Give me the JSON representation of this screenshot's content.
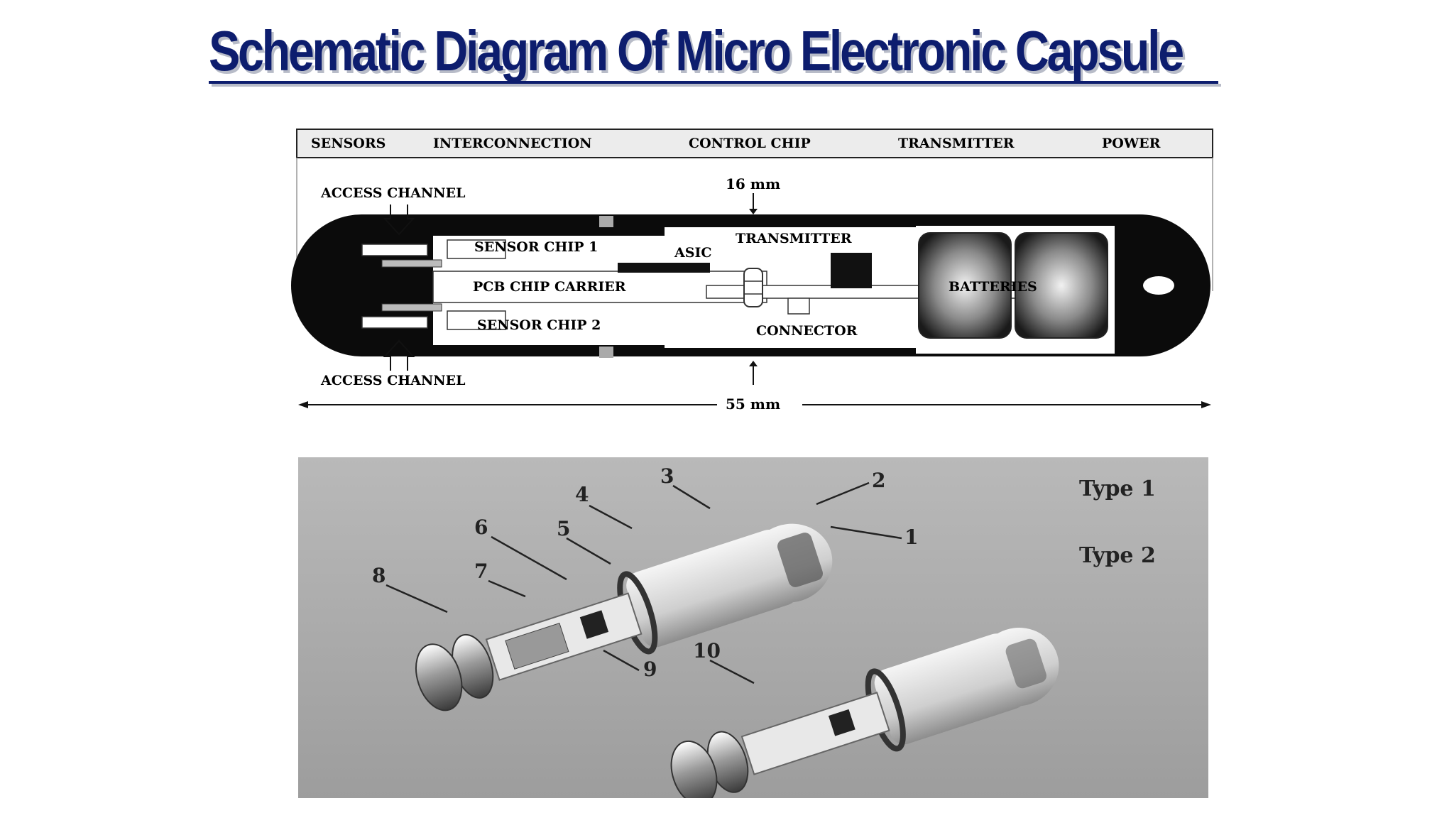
{
  "title": "Schematic Diagram Of Micro Electronic Capsule",
  "schematic": {
    "header": [
      "SENSORS",
      "INTERCONNECTION",
      "CONTROL CHIP",
      "TRANSMITTER",
      "POWER"
    ],
    "labels": {
      "access_top": "ACCESS CHANNEL",
      "access_bottom": "ACCESS CHANNEL",
      "diameter": "16 mm",
      "sensor_chip_1": "SENSOR CHIP 1",
      "pcb": "PCB CHIP CARRIER",
      "sensor_chip_2": "SENSOR CHIP 2",
      "asic": "ASIC",
      "transmitter": "TRANSMITTER",
      "connector": "CONNECTOR",
      "batteries": "BATTERIES",
      "length": "55 mm"
    }
  },
  "photo": {
    "type_labels": [
      "Type 1",
      "Type 2"
    ],
    "callouts": [
      "1",
      "2",
      "3",
      "4",
      "5",
      "6",
      "7",
      "8",
      "9",
      "10"
    ]
  }
}
